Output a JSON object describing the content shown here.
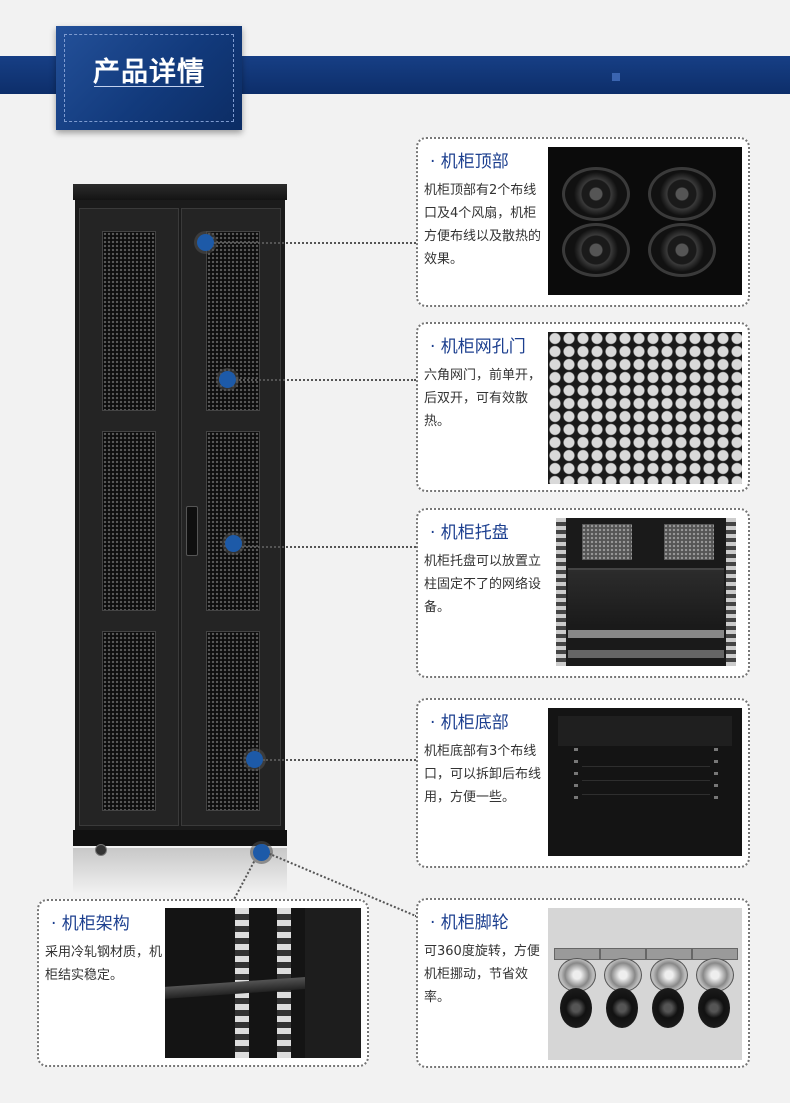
{
  "header": {
    "title": "产品详情",
    "band_color": "#173f85",
    "accent_color": "#1c3f8f"
  },
  "features": [
    {
      "title": "· 机柜顶部",
      "desc": "机柜顶部有2个布线口及4个风扇，机柜方便布线以及散热的效果。",
      "image_icon": "cabinet-top-fans"
    },
    {
      "title": "· 机柜网孔门",
      "desc": "六角网门，前单开，后双开，可有效散热。",
      "image_icon": "hexagonal-mesh"
    },
    {
      "title": "· 机柜托盘",
      "desc": "机柜托盘可以放置立柱固定不了的网络设备。",
      "image_icon": "cabinet-tray"
    },
    {
      "title": "· 机柜底部",
      "desc": "机柜底部有3个布线口，可以拆卸后布线用，方便一些。",
      "image_icon": "cabinet-bottom"
    },
    {
      "title": "· 机柜脚轮",
      "desc": "可360度旋转，方便机柜挪动，节省效率。",
      "image_icon": "casters"
    }
  ],
  "frame_feature": {
    "title": "· 机柜架构",
    "desc": "采用冷轧钢材质，机柜结实稳定。",
    "image_icon": "cabinet-frame"
  }
}
